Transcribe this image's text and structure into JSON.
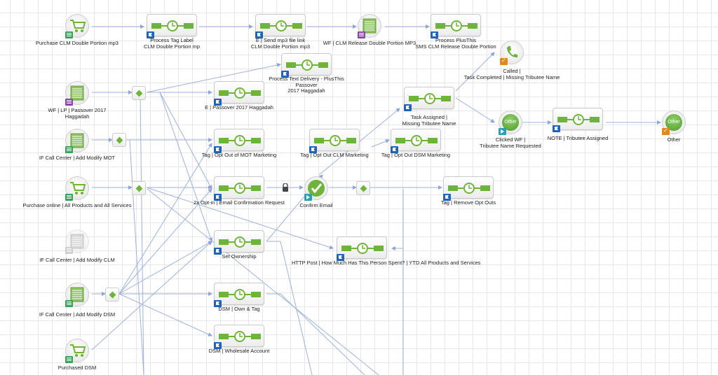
{
  "canvas": {
    "label_color": "#222222",
    "wire_color": "#8fa4d8",
    "accent_green": "#6fb43a",
    "flag_blue": "#1f64b8"
  },
  "sources": [
    {
      "id": "purchase-clm",
      "icon": "cart-icon",
      "label": [
        "Purchase CLM Double Portion mp3"
      ]
    },
    {
      "id": "wf-lp-passover",
      "icon": "web-form-icon",
      "label": [
        "WF | LP | Passover 2017",
        "Haggadah"
      ]
    },
    {
      "id": "if-call-center-mot",
      "icon": "form-icon",
      "label": [
        "IF Call Center | Add Modify MOT"
      ]
    },
    {
      "id": "purchase-online",
      "icon": "cart-icon",
      "label": [
        "Purchase online | All Products and All Services"
      ]
    },
    {
      "id": "if-call-center-clm",
      "icon": "form-icon",
      "label": [
        "IF Call Center | Add Modify CLM"
      ]
    },
    {
      "id": "if-call-center-dsm",
      "icon": "form-icon",
      "label": [
        "IF Call Center | Add Modify DSM"
      ]
    },
    {
      "id": "purchased-dsm",
      "icon": "cart-icon",
      "label": [
        "Purchased DSM"
      ]
    }
  ],
  "sequences": [
    {
      "id": "process-tag-label",
      "label": [
        "Process Tag Label",
        "CLM Double Portion mp"
      ]
    },
    {
      "id": "send-mp3-link",
      "label": [
        "E | Send mp3 file link",
        "CLM Double Portion mp3"
      ]
    },
    {
      "id": "process-plusthis",
      "label": [
        "Process PlusThis",
        "SMS CLM Release Double Portion"
      ]
    },
    {
      "id": "process-text-delivery",
      "label": [
        "Process Text Delivery - PlusThis",
        "Passover",
        "2017 Haggadah"
      ]
    },
    {
      "id": "e-passover-haggadah",
      "label": [
        "E | Passover 2017 Haggadah"
      ]
    },
    {
      "id": "task-assigned",
      "label": [
        "Task Assigned |",
        "Missing Tributee Name"
      ]
    },
    {
      "id": "note-tributee",
      "label": [
        "NOTE | Tributee Assigned"
      ]
    },
    {
      "id": "tag-opt-out-mot",
      "label": [
        "Tag | Opt Out of MOT Marketing"
      ]
    },
    {
      "id": "tag-opt-out-clm",
      "label": [
        "Tag | Opt Out CLM Marketing"
      ]
    },
    {
      "id": "tag-opt-out-dsm",
      "label": [
        "Tag | Opt Out DSM Marketing"
      ]
    },
    {
      "id": "double-opt-in",
      "label": [
        "2x Opt-in | Email Confirmation Request"
      ]
    },
    {
      "id": "tag-remove-opt-outs",
      "label": [
        "Tag | Remove Opt Outs"
      ]
    },
    {
      "id": "set-ownership",
      "label": [
        "Set Ownership"
      ]
    },
    {
      "id": "http-post",
      "label": [
        "HTTP Post | How Much Has This Person Spent? | YTD All Products and Services"
      ]
    },
    {
      "id": "dsm-own-tag",
      "label": [
        "DSM | Own & Tag"
      ]
    },
    {
      "id": "dsm-wholesale",
      "label": [
        "DSM | Wholesale Account"
      ]
    }
  ],
  "wf_release": {
    "label": [
      "WF | CLM Release Double Portion MP3"
    ]
  },
  "called_goal": {
    "label": [
      "Called |",
      "Task Completed | Missing Tributee Name"
    ]
  },
  "clicked_wf": {
    "badge": "Other",
    "label": [
      "Clicked WF |",
      "Tributee Name Requested"
    ]
  },
  "other_goal": {
    "badge": "Other",
    "label": [
      "Other"
    ]
  },
  "confirm_email": {
    "label": [
      "Confirm Email"
    ]
  }
}
